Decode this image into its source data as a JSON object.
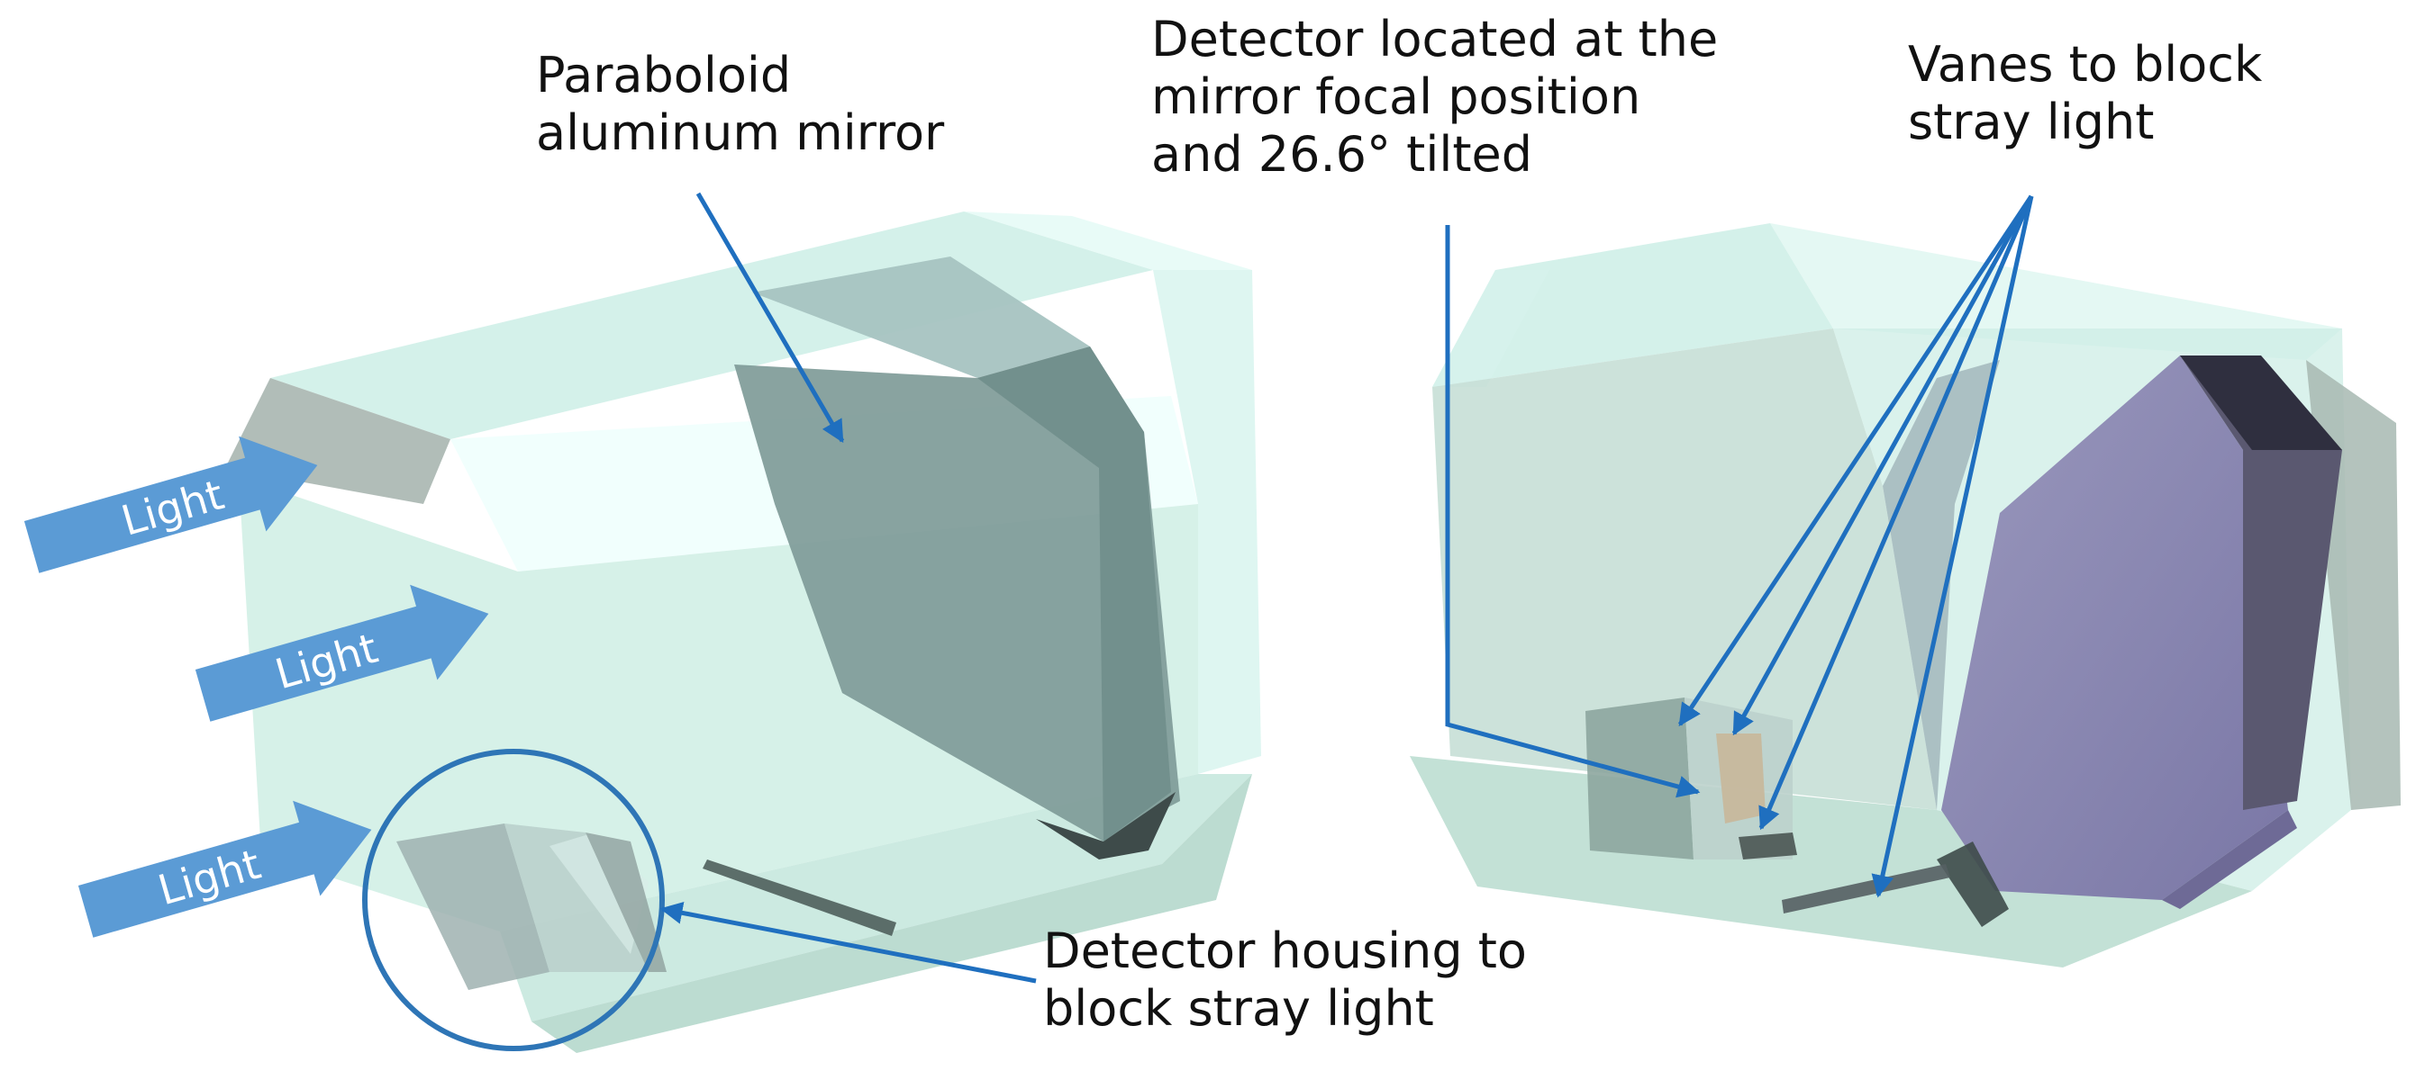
{
  "labels": {
    "mirror": [
      "Paraboloid",
      "aluminum mirror"
    ],
    "detector": [
      "Detector located at the",
      "mirror focal position",
      "and 26.6° tilted"
    ],
    "vanes": [
      "Vanes to block",
      "stray light"
    ],
    "housing": [
      "Detector housing to",
      "block stray light"
    ]
  },
  "light_arrows": [
    "Light",
    "Light",
    "Light"
  ],
  "colors": {
    "glass": "#cfeee4",
    "glass_light": "#e4fbf7",
    "mirror_dark": "#7f9b98",
    "mirror_purple": "#8c8aae",
    "arrow_blue": "#5b9bd5",
    "pointer_blue": "#1f6fbf",
    "circle_blue": "#2e75b6"
  }
}
